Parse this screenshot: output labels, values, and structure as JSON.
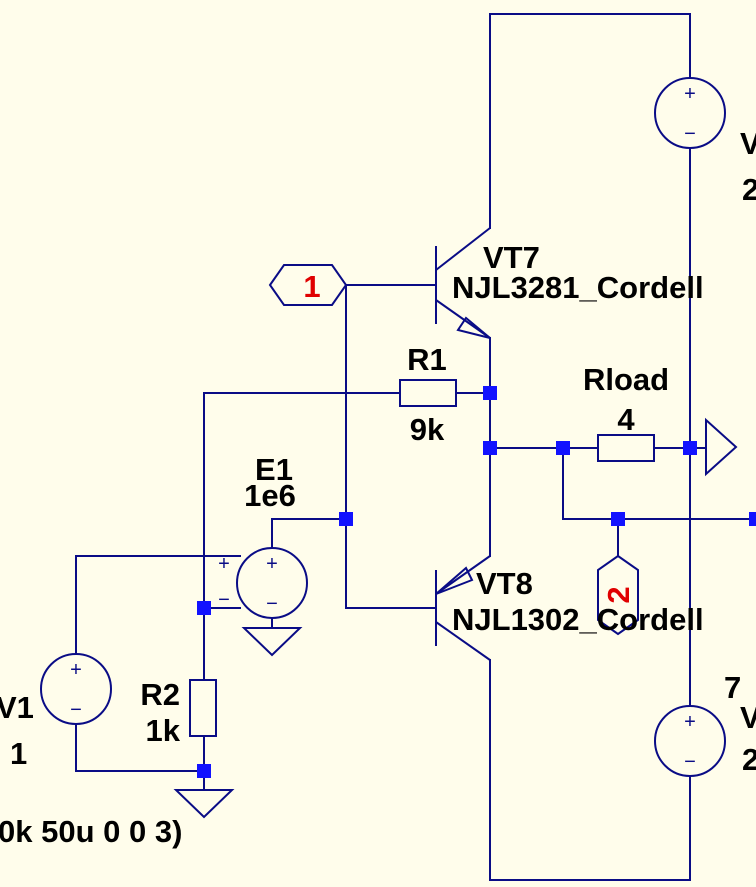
{
  "components": {
    "vt7": {
      "name": "VT7",
      "model": "NJL3281_Cordell"
    },
    "vt8": {
      "name": "VT8",
      "model": "NJL1302_Cordell"
    },
    "r1": {
      "name": "R1",
      "value": "9k"
    },
    "r2": {
      "name": "R2",
      "value": "1k"
    },
    "rload": {
      "name": "Rload",
      "value": "4"
    },
    "e1": {
      "name": "E1",
      "value": "1e6"
    },
    "v1": {
      "name": "V1",
      "value": "1",
      "spec": "0k 50u 0 0 3)"
    },
    "v_top": {
      "name": "V",
      "value": "2"
    },
    "v_bottom": {
      "name": "V",
      "value": "2",
      "extra": "7"
    }
  },
  "net_labels": {
    "n1": "1",
    "n2": "2"
  },
  "source_signs": {
    "plus": "+",
    "minus": "−"
  }
}
